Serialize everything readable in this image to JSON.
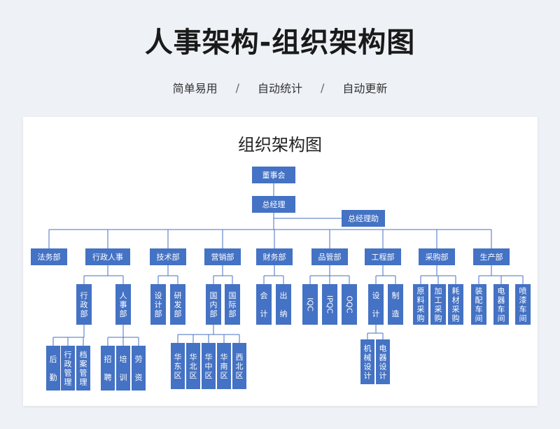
{
  "header": {
    "title": "人事架构-组织架构图",
    "tags": [
      "简单易用",
      "自动统计",
      "自动更新"
    ],
    "separator": "/"
  },
  "chart_data": {
    "type": "org-chart",
    "title": "组织架构图",
    "nodes": [
      {
        "id": "board",
        "label": "董事会",
        "vertical": false
      },
      {
        "id": "gm",
        "label": "总经理",
        "parent": "board",
        "vertical": false
      },
      {
        "id": "gm_assist",
        "label": "总经理助",
        "parent": "gm",
        "vertical": false
      },
      {
        "id": "legal",
        "label": "法务部",
        "parent": "gm",
        "vertical": false
      },
      {
        "id": "admin_hr",
        "label": "行政人事",
        "parent": "gm",
        "vertical": false
      },
      {
        "id": "tech",
        "label": "技术部",
        "parent": "gm",
        "vertical": false
      },
      {
        "id": "sales",
        "label": "营销部",
        "parent": "gm",
        "vertical": false
      },
      {
        "id": "finance",
        "label": "财务部",
        "parent": "gm",
        "vertical": false
      },
      {
        "id": "quality",
        "label": "品管部",
        "parent": "gm",
        "vertical": false
      },
      {
        "id": "eng",
        "label": "工程部",
        "parent": "gm",
        "vertical": false
      },
      {
        "id": "purchase",
        "label": "采购部",
        "parent": "gm",
        "vertical": false
      },
      {
        "id": "prod",
        "label": "生产部",
        "parent": "gm",
        "vertical": false
      },
      {
        "id": "admin_dept",
        "label": "行政部",
        "parent": "admin_hr",
        "vertical": true
      },
      {
        "id": "hr_dept",
        "label": "人事部",
        "parent": "admin_hr",
        "vertical": true
      },
      {
        "id": "logistics",
        "label": "后勤",
        "parent": "admin_dept",
        "vertical": true
      },
      {
        "id": "admin_mgmt",
        "label": "行政管理",
        "parent": "admin_dept",
        "vertical": true
      },
      {
        "id": "archive",
        "label": "档案管理",
        "parent": "admin_dept",
        "vertical": true
      },
      {
        "id": "recruit",
        "label": "招聘",
        "parent": "hr_dept",
        "vertical": true
      },
      {
        "id": "training",
        "label": "培训",
        "parent": "hr_dept",
        "vertical": true
      },
      {
        "id": "salary",
        "label": "劳资",
        "parent": "hr_dept",
        "vertical": true
      },
      {
        "id": "design",
        "label": "设计部",
        "parent": "tech",
        "vertical": true
      },
      {
        "id": "rnd",
        "label": "研发部",
        "parent": "tech",
        "vertical": true
      },
      {
        "id": "domestic",
        "label": "国内部",
        "parent": "sales",
        "vertical": true
      },
      {
        "id": "intl",
        "label": "国际部",
        "parent": "sales",
        "vertical": true
      },
      {
        "id": "east",
        "label": "华东区",
        "parent": "domestic",
        "vertical": true
      },
      {
        "id": "north",
        "label": "华北区",
        "parent": "domestic",
        "vertical": true
      },
      {
        "id": "central",
        "label": "华中区",
        "parent": "domestic",
        "vertical": true
      },
      {
        "id": "south",
        "label": "华南区",
        "parent": "domestic",
        "vertical": true
      },
      {
        "id": "northwest",
        "label": "西北区",
        "parent": "domestic",
        "vertical": true
      },
      {
        "id": "accounting",
        "label": "会计",
        "parent": "finance",
        "vertical": true
      },
      {
        "id": "cashier",
        "label": "出纳",
        "parent": "finance",
        "vertical": true
      },
      {
        "id": "iqc",
        "label": "IQC",
        "parent": "quality",
        "vertical": true
      },
      {
        "id": "ipqc",
        "label": "IPQC",
        "parent": "quality",
        "vertical": true
      },
      {
        "id": "oqc",
        "label": "OQC",
        "parent": "quality",
        "vertical": true
      },
      {
        "id": "eng_design",
        "label": "设计",
        "parent": "eng",
        "vertical": true
      },
      {
        "id": "eng_make",
        "label": "制造",
        "parent": "eng",
        "vertical": true
      },
      {
        "id": "mech_design",
        "label": "机械设计",
        "parent": "eng_design",
        "vertical": true
      },
      {
        "id": "elec_design",
        "label": "电器设计",
        "parent": "eng_design",
        "vertical": true
      },
      {
        "id": "raw_purchase",
        "label": "原料采购",
        "parent": "purchase",
        "vertical": true
      },
      {
        "id": "proc_purchase",
        "label": "加工采购",
        "parent": "purchase",
        "vertical": true
      },
      {
        "id": "cons_purchase",
        "label": "耗材采购",
        "parent": "purchase",
        "vertical": true
      },
      {
        "id": "assembly",
        "label": "装配车间",
        "parent": "prod",
        "vertical": true
      },
      {
        "id": "electric",
        "label": "电器车间",
        "parent": "prod",
        "vertical": true
      },
      {
        "id": "paint",
        "label": "喷漆车间",
        "parent": "prod",
        "vertical": true
      }
    ]
  }
}
